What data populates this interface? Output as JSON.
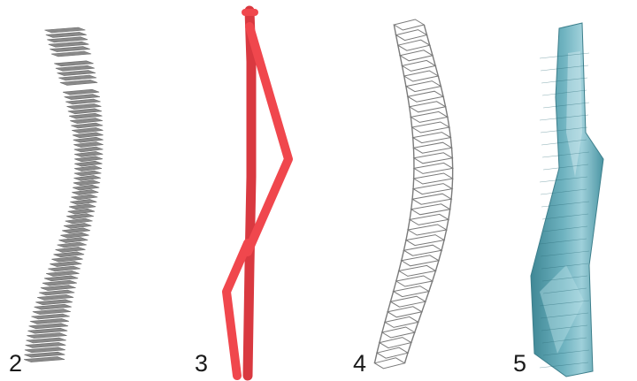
{
  "steps": [
    {
      "number": "2",
      "stage": "stacked-floor-plates"
    },
    {
      "number": "3",
      "stage": "structural-diagrid"
    },
    {
      "number": "4",
      "stage": "floor-frame-wireframe"
    },
    {
      "number": "5",
      "stage": "glass-facade-envelope"
    }
  ],
  "colors": {
    "floor_plate": "#8a8a8a",
    "floor_plate_edge": "#6b6b6b",
    "diagrid": "#f0474d",
    "diagrid_shade": "#d93940",
    "wireframe": "#7a7a7a",
    "glass": "#4f9aa8",
    "glass_light": "#9fd0da",
    "label": "#1a1a1a"
  }
}
